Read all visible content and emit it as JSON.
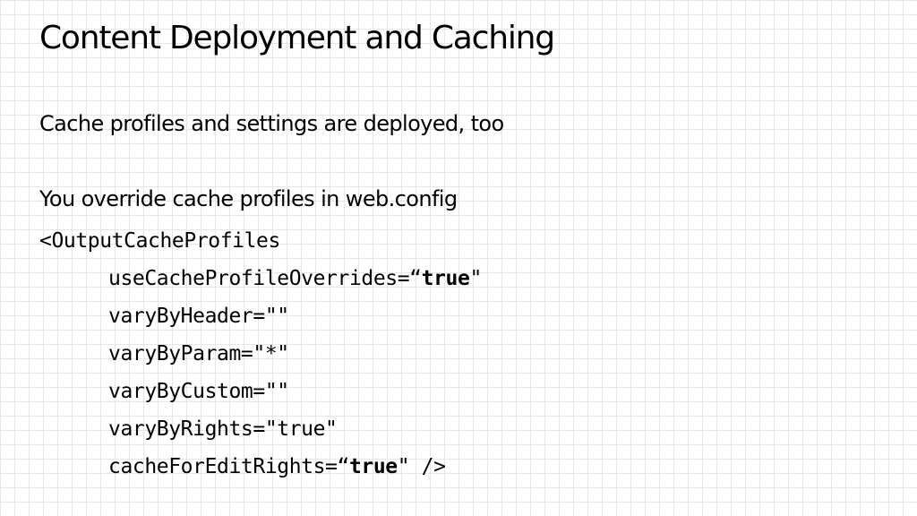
{
  "slide": {
    "title": "Content Deployment and Caching",
    "bullets": [
      "Cache profiles and settings are deployed, too",
      "You override cache profiles in web.config"
    ],
    "code": {
      "open_tag": "<OutputCacheProfiles",
      "attr1_name": "useCacheProfileOverrides=“",
      "attr1_value": "true",
      "attr1_close": "\"",
      "attr2": "varyByHeader=\"\"",
      "attr3": "varyByParam=\"*\"",
      "attr4": "varyByCustom=\"\"",
      "attr5": "varyByRights=\"true\"",
      "attr6_name": "cacheForEditRights=“",
      "attr6_value": "true",
      "attr6_close": "\" />"
    }
  }
}
